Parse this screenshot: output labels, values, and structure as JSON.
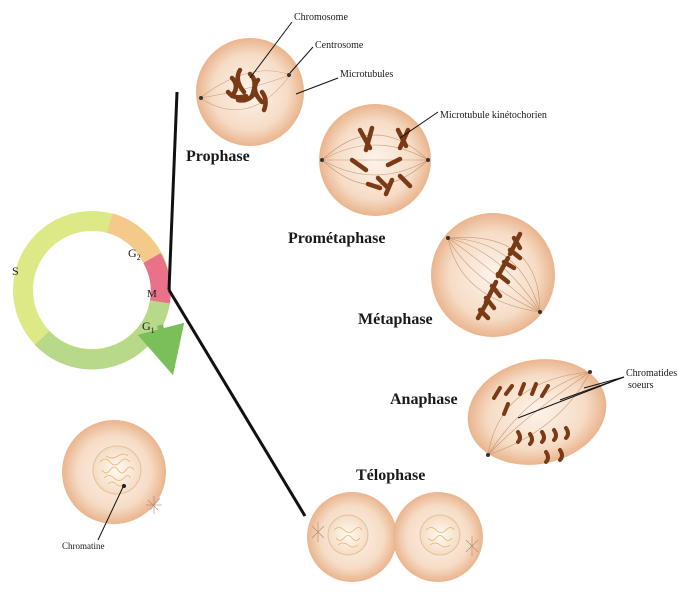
{
  "cycle": {
    "segments": [
      {
        "id": "S",
        "label": "S",
        "color": "#dde986"
      },
      {
        "id": "G2",
        "label": "G",
        "sub": "2",
        "color": "#f5c98a"
      },
      {
        "id": "M",
        "label": "M",
        "color": "#e9728a"
      },
      {
        "id": "G1",
        "label": "G",
        "sub": "1",
        "color": "#b8d98a"
      }
    ]
  },
  "phases": {
    "prophase": "Prophase",
    "prometaphase": "Prométaphase",
    "metaphase": "Métaphase",
    "anaphase": "Anaphase",
    "telophase": "Télophase"
  },
  "annotations": {
    "chromosome": "Chromosome",
    "centrosome": "Centrosome",
    "microtubules": "Microtubules",
    "kinetochore": "Microtubule kinétochorien",
    "chromatides_1": "Chromatides",
    "chromatides_2": "soeurs",
    "chromatine": "Chromatine"
  },
  "colors": {
    "cell_fill": "#f3cfb0",
    "cell_center": "#fbeee3",
    "chromosome": "#b4572a"
  }
}
